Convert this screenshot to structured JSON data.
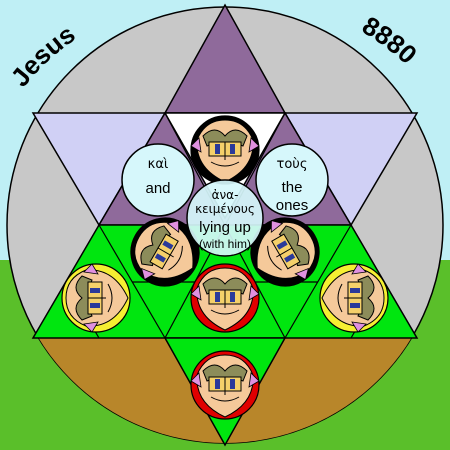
{
  "corner_left_text": "Jesus",
  "corner_right_text": "8880",
  "words": [
    {
      "greek": "καὶ",
      "english": "and"
    },
    {
      "greek": "τοὺς",
      "english": "the ones"
    },
    {
      "greek": "ἀνα-κειμένους",
      "english": "lying up (with him)"
    }
  ],
  "word_lines": {
    "kai_greek": "καὶ",
    "kai_english": "and",
    "tous_greek": "τοὺς",
    "tous_english_1": "the",
    "tous_english_2": "ones",
    "ana_greek_1": "ἀνα-",
    "ana_greek_2": "κειμένους",
    "ana_english_1": "lying up",
    "ana_english_2": "(with him)"
  },
  "colors": {
    "sky": "#bfeff5",
    "grass": "#5abf2a",
    "disc": "#c8c8c8",
    "hexagram_upper": "#8f6a9b",
    "hexagram_side": "#d0d0f5",
    "hexagram_lower": "#00e60f",
    "hexagram_bottom": "#b8862a",
    "word_bubble": "#d6f7fb",
    "face_skin": "#f5c99a",
    "hair_black": "#000000",
    "hair_red": "#e00000",
    "hair_yellow": "#f5ef32"
  },
  "faces": [
    {
      "name": "face-top",
      "hair": "black"
    },
    {
      "name": "face-left-inner",
      "hair": "black"
    },
    {
      "name": "face-right-inner",
      "hair": "black"
    },
    {
      "name": "face-left-outer",
      "hair": "yellow"
    },
    {
      "name": "face-right-outer",
      "hair": "yellow"
    },
    {
      "name": "face-center",
      "hair": "red"
    },
    {
      "name": "face-bottom",
      "hair": "red"
    }
  ]
}
